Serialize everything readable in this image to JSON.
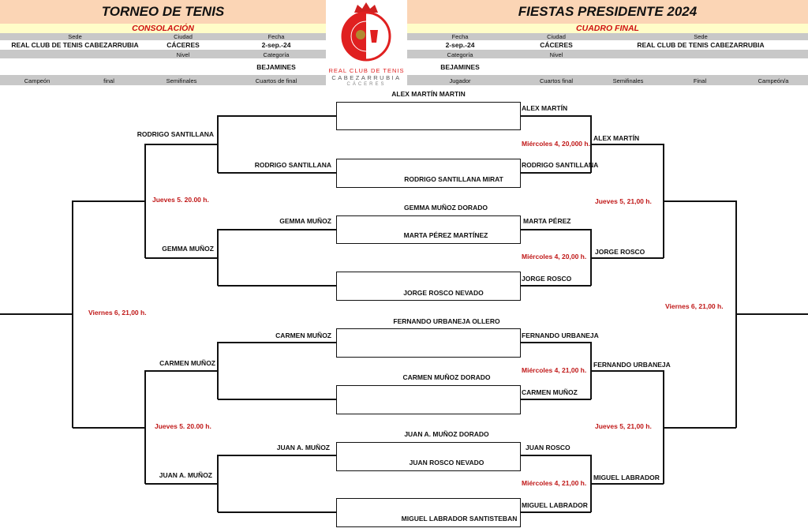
{
  "left_header": {
    "title": "TORNEO DE TENIS",
    "subtitle": "CONSOLACIÓN",
    "sede_label": "Sede",
    "sede": "REAL CLUB DE TENIS CABEZARRUBIA",
    "ciudad_label": "Ciudad",
    "ciudad": "CÁCERES",
    "fecha_label": "Fecha",
    "fecha": "2-sep.-24",
    "nivel_label": "Nivel",
    "categoria_label": "Categoría",
    "categoria": "BEJAMINES",
    "cols": [
      "Campeón",
      "final",
      "Semifinales",
      "Cuartos de final"
    ]
  },
  "right_header": {
    "title": "FIESTAS PRESIDENTE 2024",
    "subtitle": "CUADRO FINAL",
    "fecha_label": "Fecha",
    "fecha": "2-sep.-24",
    "ciudad_label": "Ciudad",
    "ciudad": "CÁCERES",
    "sede_label": "Sede",
    "sede": "REAL CLUB DE TENIS CABEZARRUBIA",
    "categoria_label": "Categoría",
    "nivel_label": "Nivel",
    "categoria": "BEJAMINES",
    "cols": [
      "Jugador",
      "Cuartos final",
      "Semifinales",
      "Final",
      "Campeón/a"
    ]
  },
  "logo": {
    "line1": "REAL CLUB DE TENIS",
    "line2": "CABEZARRUBIA",
    "line3": "CÁCERES",
    "colors": {
      "red": "#e02020"
    }
  },
  "players": [
    "ALEX MARTÍN MARTIN",
    "RODRIGO SANTILLANA MIRAT",
    "GEMMA MUÑOZ DORADO",
    "MARTA PÉREZ MARTÍNEZ",
    "JORGE ROSCO NEVADO",
    "FERNANDO URBANEJA OLLERO",
    "CARMEN MUÑOZ DORADO",
    "JUAN A. MUÑOZ DORADO",
    "JUAN ROSCO NEVADO",
    "MIGUEL LABRADOR SANTISTEBAN"
  ],
  "main": {
    "qf": [
      "ALEX MARTÍN",
      "RODRIGO SANTILLANA",
      "MARTA PÉREZ",
      "JORGE ROSCO",
      "FERNANDO URBANEJA",
      "CARMEN MUÑOZ",
      "JUAN ROSCO",
      "MIGUEL LABRADOR"
    ],
    "sf": [
      "ALEX MARTÍN",
      "JORGE ROSCO",
      "FERNANDO URBANEJA",
      "MIGUEL LABRADOR"
    ],
    "dates": [
      "Miércoles 4, 20,000 h.",
      "Miércoles 4, 20,00 h.",
      "Miércoles 4, 21,00 h.",
      "Miércoles 4, 21,00 h.",
      "Jueves 5, 21,00 h.",
      "Jueves 5, 21,00 h.",
      "Viernes 6, 21,00 h."
    ]
  },
  "consolation": {
    "qf": [
      "RODRIGO SANTILLANA",
      "GEMMA MUÑOZ",
      "CARMEN MUÑOZ",
      "JUAN A. MUÑOZ"
    ],
    "sf": [
      "RODRIGO SANTILLANA",
      "GEMMA MUÑOZ",
      "CARMEN MUÑOZ",
      "JUAN A. MUÑOZ"
    ],
    "dates": [
      "Jueves 5. 20.00 h.",
      "Jueves 5. 20.00 h.",
      "Viernes 6, 21,00 h."
    ]
  }
}
